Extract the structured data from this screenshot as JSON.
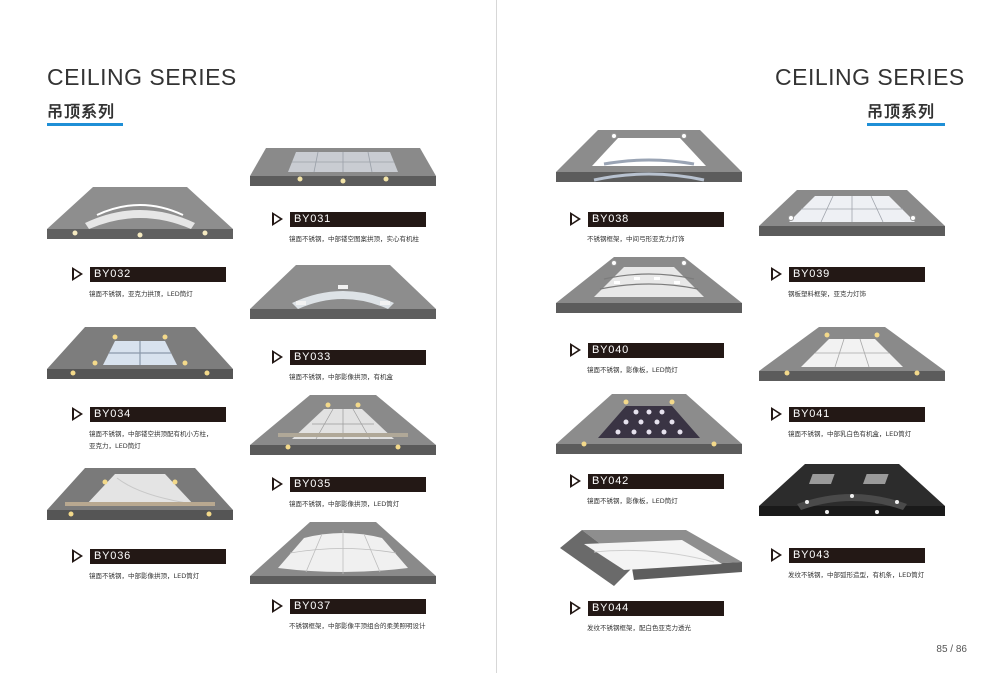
{
  "left": {
    "title": "CEILING  SERIES",
    "subtitle": "吊顶系列",
    "items": [
      {
        "code": "BY031",
        "desc": "镜面不锈钢，中部镂空图案拱顶，实心有机柱"
      },
      {
        "code": "BY032",
        "desc": "镜面不锈钢，亚克力拱顶，LED筒灯"
      },
      {
        "code": "BY033",
        "desc": "镜面不锈钢，中部影像拱顶，有机盒"
      },
      {
        "code": "BY034",
        "desc": "镜面不锈钢，中部镂空拱顶配有机小方柱，",
        "desc2": "亚克力，LED筒灯"
      },
      {
        "code": "BY035",
        "desc": "镜面不锈钢，中部影像拱顶，LED筒灯"
      },
      {
        "code": "BY036",
        "desc": "镜面不锈钢，中部影像拱顶，LED筒灯"
      },
      {
        "code": "BY037",
        "desc": "不锈钢框架，中部影像平顶组合的柔美照明设计"
      }
    ]
  },
  "right": {
    "title": "CEILING  SERIES",
    "subtitle": "吊顶系列",
    "items": [
      {
        "code": "BY038",
        "desc": "不锈钢框架，中间弓形亚克力灯饰"
      },
      {
        "code": "BY039",
        "desc": "钢板塑料框架，亚克力灯饰"
      },
      {
        "code": "BY040",
        "desc": "镜面不锈钢，影像板，LED筒灯"
      },
      {
        "code": "BY041",
        "desc": "镜面不锈钢，中部乳白色有机盒，LED筒灯"
      },
      {
        "code": "BY042",
        "desc": "镜面不锈钢，影像板，LED筒灯"
      },
      {
        "code": "BY043",
        "desc": "发纹不锈钢，中部弧形造型，有机条，LED筒灯"
      },
      {
        "code": "BY044",
        "desc": "发纹不锈钢框架，配白色亚克力透光"
      }
    ]
  },
  "page_number": "85 / 86"
}
